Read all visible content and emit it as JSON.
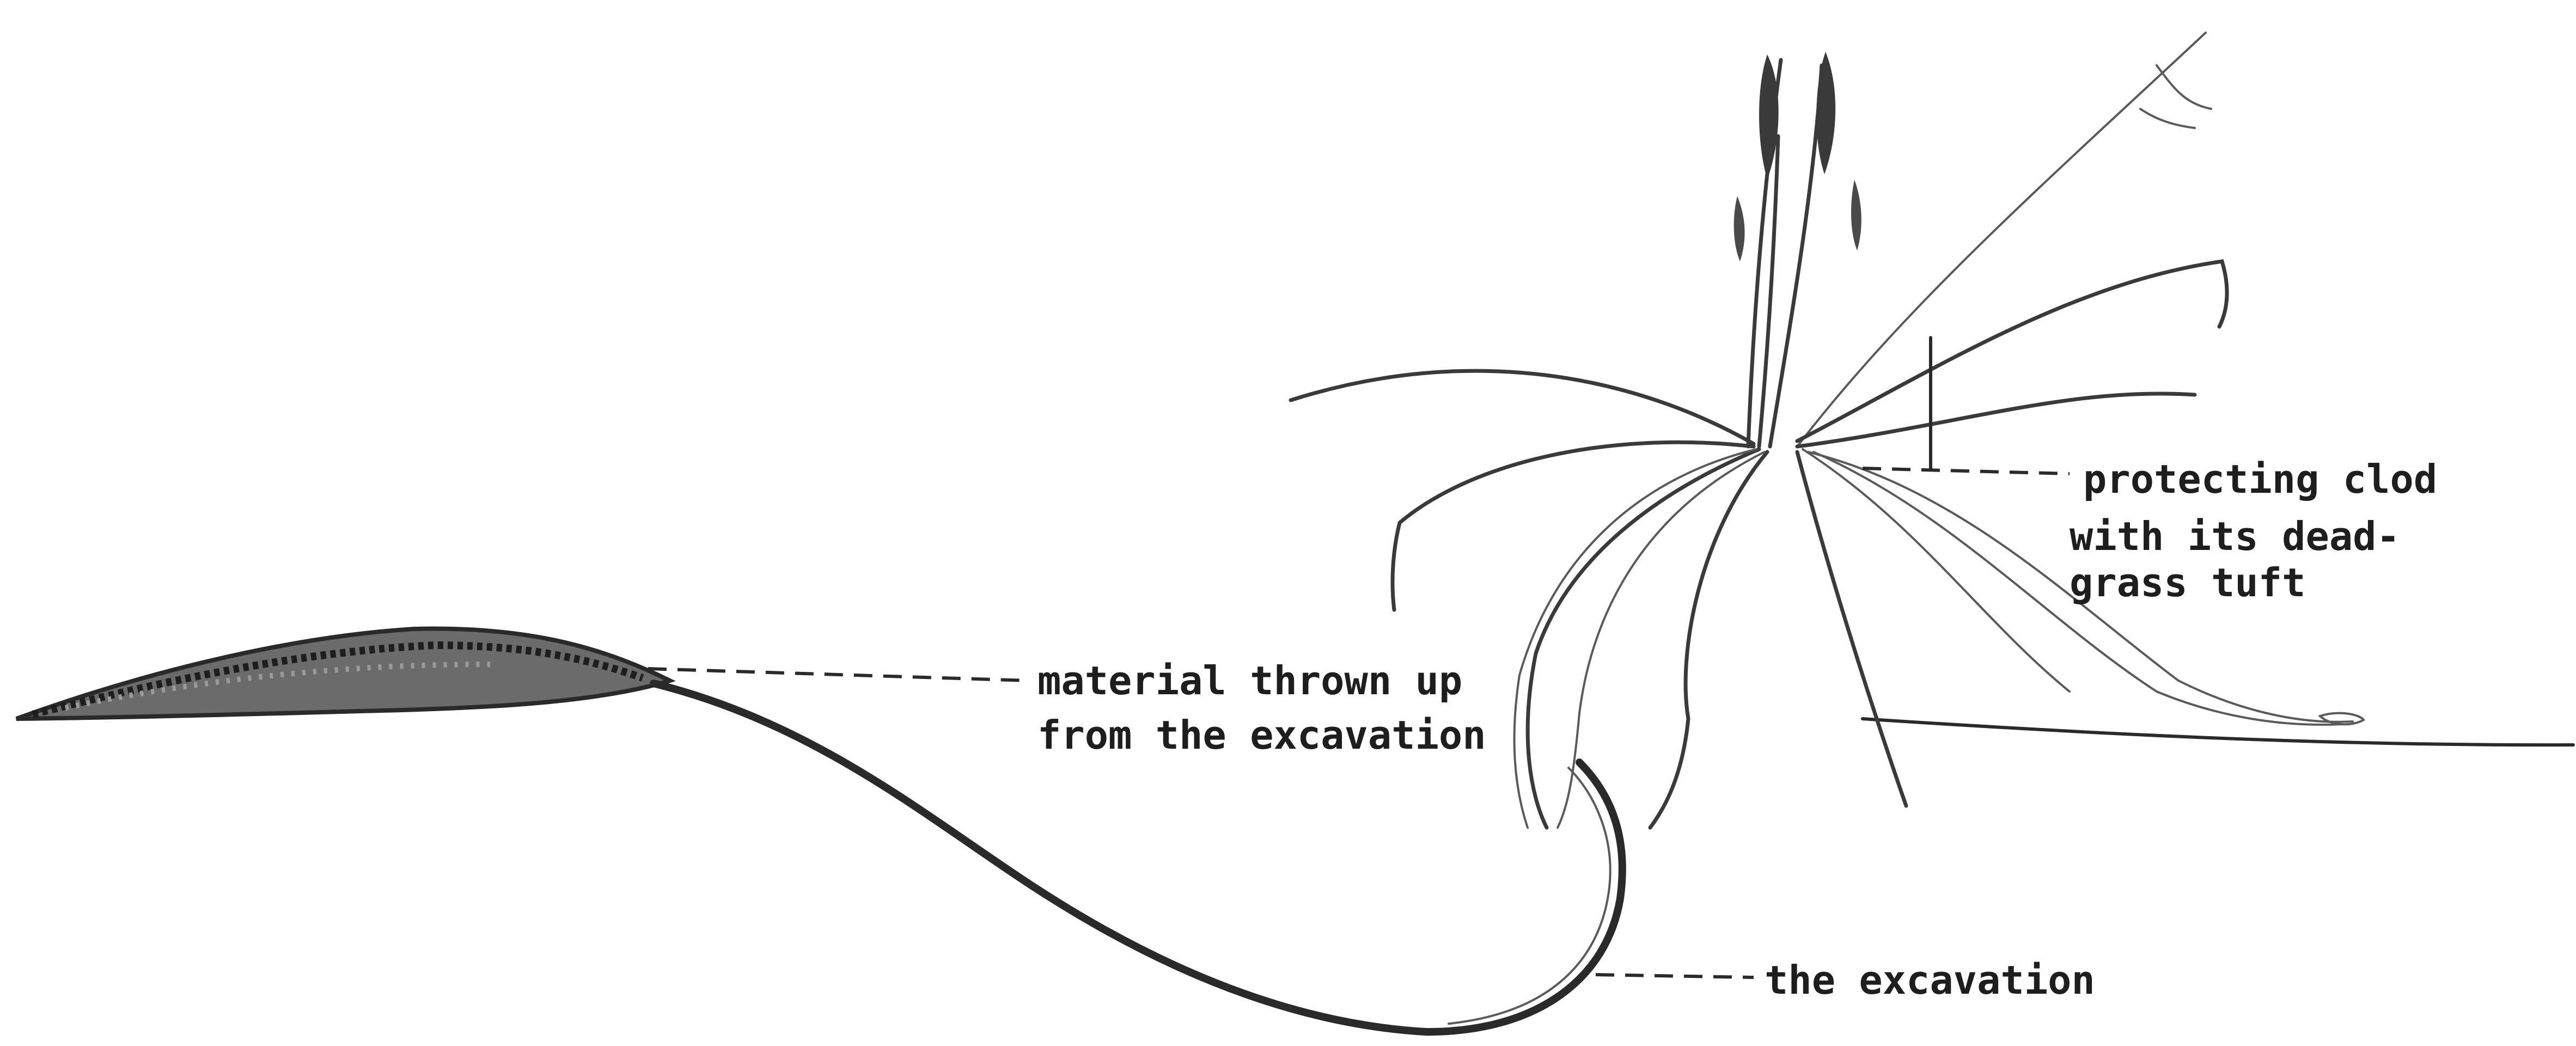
{
  "labels": {
    "clod": [
      "protecting clod",
      "with its dead-",
      "grass tuft"
    ],
    "material": [
      "material thrown up",
      "from the excavation"
    ],
    "excavation": "the excavation"
  },
  "colors": {
    "ink": "#2a2a2a",
    "paper": "#ffffff"
  }
}
